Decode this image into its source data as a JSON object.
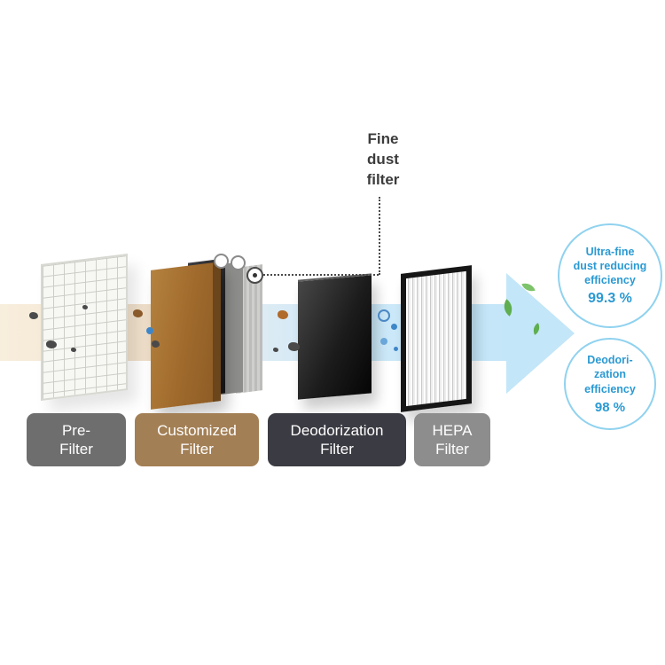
{
  "annotation": {
    "fine_dust_filter": "Fine\ndust\nfilter"
  },
  "stages": {
    "pre": {
      "label": "Pre-\nFilter",
      "color": "#6e6e6e"
    },
    "customized": {
      "label": "Customized\nFilter",
      "color": "#a37f55"
    },
    "deodorization": {
      "label": "Deodorization\nFilter",
      "color": "#3b3b43"
    },
    "hepa": {
      "label": "HEPA\nFilter",
      "color": "#8d8d8d"
    }
  },
  "badges": {
    "ultra_fine": {
      "label": "Ultra-fine\ndust reducing\nefficiency",
      "value": "99.3 %"
    },
    "deodorization": {
      "label": "Deodori-\nzation\nefficiency",
      "value": "98 %"
    }
  },
  "colors": {
    "arrow_start": "#f8eedd",
    "arrow_end": "#c3e6f8",
    "badge_border": "#90d2ef",
    "badge_text": "#2b9ad3",
    "customized_wood": "#a9742f",
    "deodorization_panel": "#1a1a1a"
  },
  "icons": {
    "particles": [
      "dust-particle",
      "germ-particle",
      "fine-dust-dot",
      "leaf"
    ]
  }
}
